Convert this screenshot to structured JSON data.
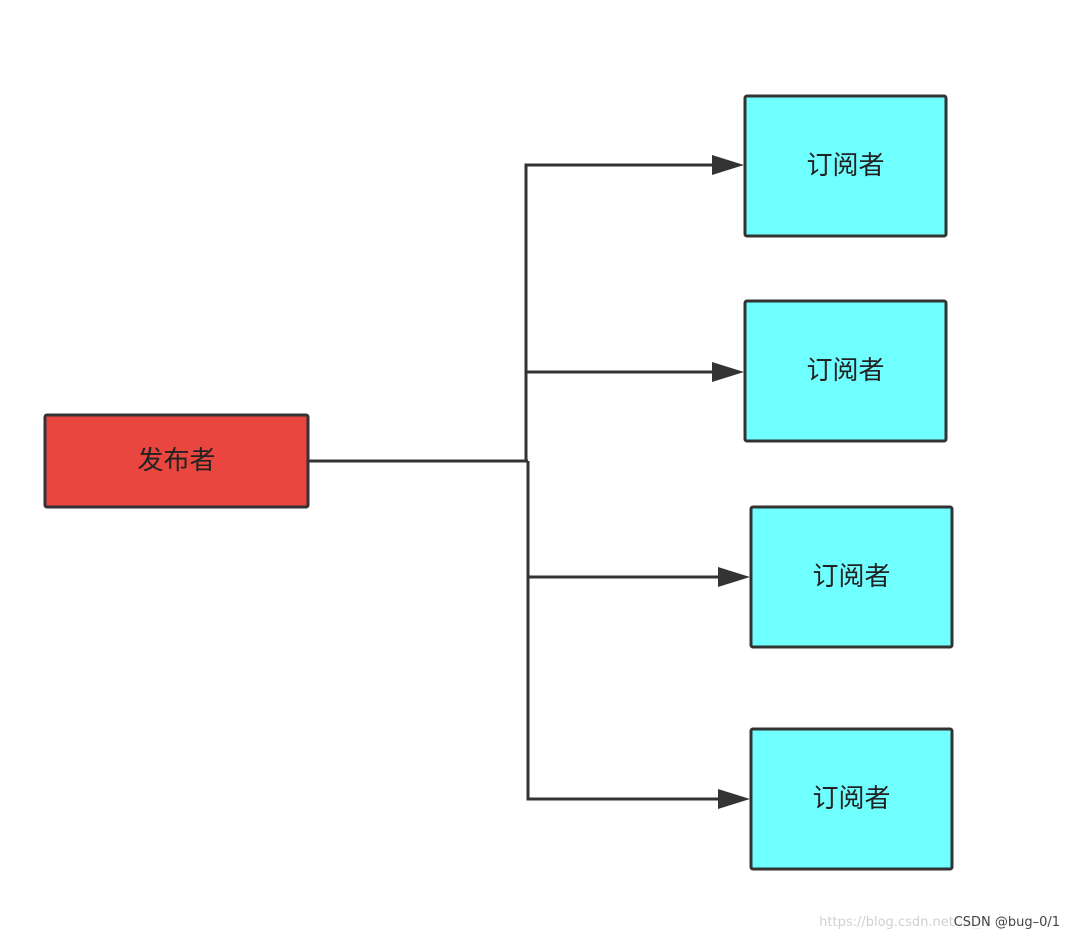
{
  "colors": {
    "publisher_fill": "#e9463f",
    "subscriber_fill": "#70ffff",
    "stroke": "#333333"
  },
  "publisher": {
    "label": "发布者"
  },
  "subscribers": [
    {
      "label": "订阅者"
    },
    {
      "label": "订阅者"
    },
    {
      "label": "订阅者"
    },
    {
      "label": "订阅者"
    }
  ],
  "watermark": {
    "url": "https://blog.csdn.net/qq_4",
    "author": "CSDN @bug–0/1"
  }
}
